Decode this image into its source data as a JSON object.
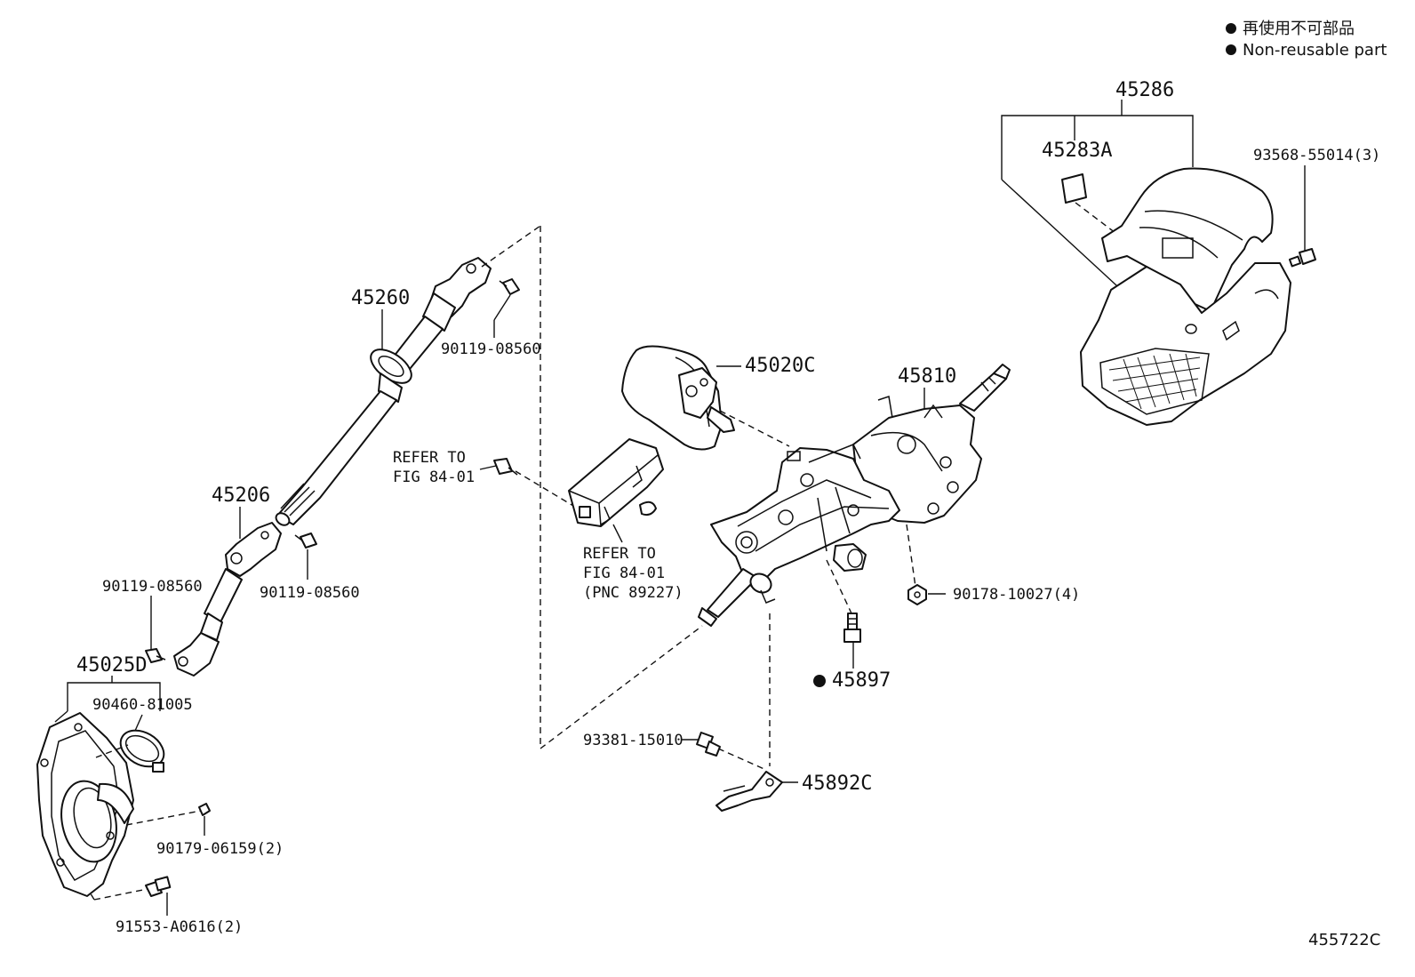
{
  "legend": {
    "jp": "再使用不可部品",
    "en": "Non-reusable part"
  },
  "figure_code": "455722C",
  "labels": {
    "p45286": "45286",
    "p45283A": "45283A",
    "p93568": "93568-55014(3)",
    "p45260": "45260",
    "p90119a": "90119-08560",
    "p45206": "45206",
    "p90119b": "90119-08560",
    "p90119c": "90119-08560",
    "p45025D": "45025D",
    "p90460": "90460-81005",
    "p90179": "90179-06159(2)",
    "p91553": "91553-A0616(2)",
    "refer1_l1": "REFER TO",
    "refer1_l2": "FIG 84-01",
    "refer2_l1": "REFER TO",
    "refer2_l2": "FIG 84-01",
    "refer2_l3": "(PNC 89227)",
    "p45020C": "45020C",
    "p45810": "45810",
    "p90178": "90178-10027(4)",
    "p45897": "45897",
    "p93381": "93381-15010",
    "p45892C": "45892C"
  }
}
